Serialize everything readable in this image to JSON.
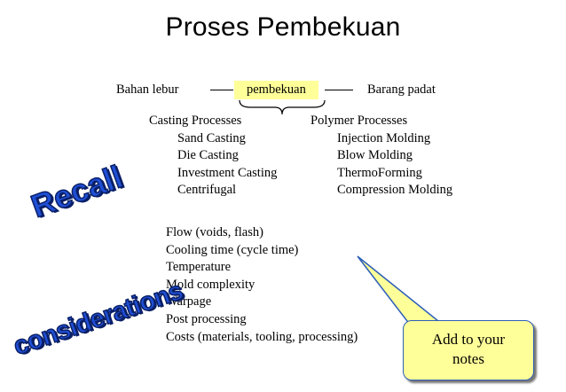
{
  "title": "Proses Pembekuan",
  "flow": {
    "input": "Bahan lebur",
    "process": "pembekuan",
    "output": "Barang padat"
  },
  "casting": {
    "heading": "Casting Processes",
    "items": [
      "Sand Casting",
      "Die Casting",
      "Investment Casting",
      "Centrifugal"
    ]
  },
  "polymer": {
    "heading": "Polymer Processes",
    "items": [
      "Injection Molding",
      "Blow Molding",
      "ThermoForming",
      "Compression Molding"
    ]
  },
  "considerations": [
    "Flow (voids, flash)",
    "Cooling time (cycle time)",
    "Temperature",
    "Mold complexity",
    "Warpage",
    "Post processing",
    "Costs (materials, tooling, processing)"
  ],
  "stamps": {
    "recall": "Recall",
    "considerations": "considerations"
  },
  "callout": {
    "line1": "Add to your",
    "line2": "notes"
  },
  "colors": {
    "highlight": "#ffff99",
    "stamp_blue": "#1f4fd6",
    "callout_border": "#2d5fb8"
  }
}
